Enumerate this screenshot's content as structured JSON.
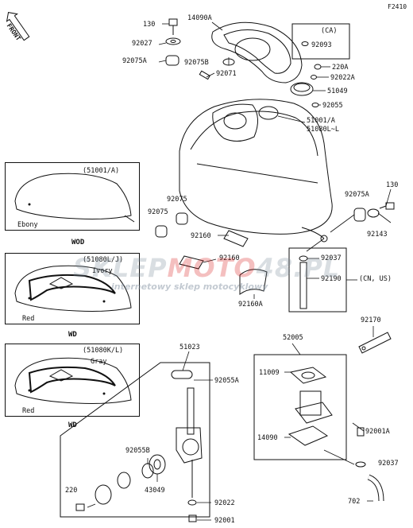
{
  "figure_id": "F2410",
  "front_label": "FRONT",
  "watermark": {
    "brand_left": "SKLEP",
    "brand_mid": "MOTO",
    "brand_num": "48",
    "brand_tld": ".PL",
    "tagline": "internetowy sklep motocyklowy"
  },
  "callouts": {
    "c130": "130",
    "c14090A": "14090A",
    "c92027": "92027",
    "c92093": "92093",
    "cCA": "(CA)",
    "c92075A_top": "92075A",
    "c92075B": "92075B",
    "c220A": "220A",
    "c92071": "92071",
    "c92022A": "92022A",
    "c51049": "51049",
    "c92055": "92055",
    "c51001A": "51001/A",
    "c51080L": "51080L~L",
    "c92075A_right": "92075A",
    "c130_right": "130",
    "c92075_a": "92075",
    "c92075_b": "92075",
    "c92143": "92143",
    "c92160": "92160",
    "c92160_b": "92160",
    "c92037": "92037",
    "c92190": "92190",
    "cCNUS": "(CN, US)",
    "c92160A": "92160A",
    "c92170": "92170",
    "c51023": "51023",
    "c52005": "52005",
    "c11009": "11009",
    "c92055A": "92055A",
    "c92001A": "92001A",
    "c14090": "14090",
    "c92055B": "92055B",
    "c43049": "43049",
    "c92037_b": "92037",
    "c220": "220",
    "c92022": "92022",
    "c92001": "92001",
    "c702": "702"
  },
  "variants": [
    {
      "code": "(51001/A)",
      "colors": [
        "Ebony"
      ],
      "model": "WOD"
    },
    {
      "code": "(51080L/J)",
      "colors": [
        "Ivory",
        "Red"
      ],
      "model": "WD"
    },
    {
      "code": "(51080K/L)",
      "colors": [
        "Gray",
        "Red"
      ],
      "model": "WD"
    }
  ]
}
